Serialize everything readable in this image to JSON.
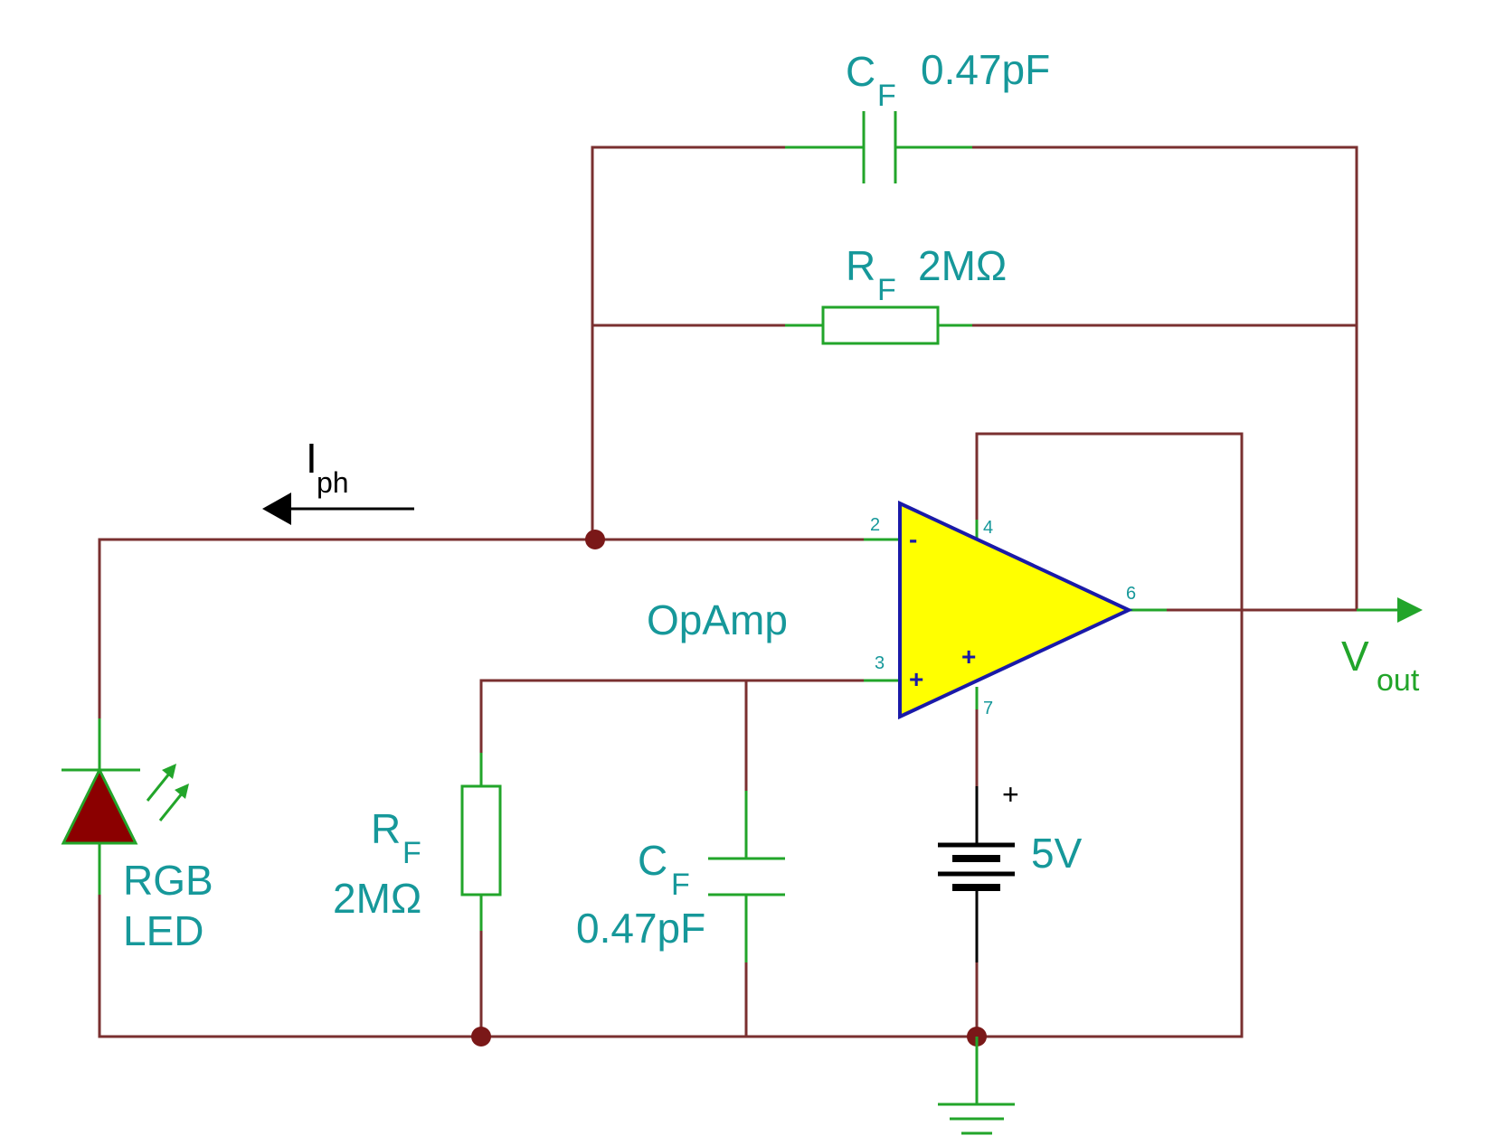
{
  "components": {
    "cf_top": {
      "name": "C",
      "sub": "F",
      "value": "0.47pF"
    },
    "rf_top": {
      "name": "R",
      "sub": "F",
      "value": "2MΩ"
    },
    "rf_bottom": {
      "name": "R",
      "sub": "F",
      "value": "2MΩ"
    },
    "cf_bottom": {
      "name": "C",
      "sub": "F",
      "value": "0.47pF"
    },
    "opamp": {
      "label": "OpAmp",
      "pins": {
        "inv": "2",
        "noninv": "3",
        "vplus": "4",
        "vminus": "7",
        "out": "6"
      },
      "inv_sign": "-",
      "noninv_sign": "+",
      "supply_sign": "+"
    },
    "battery": {
      "value": "5V",
      "plus": "+"
    },
    "led": {
      "line1": "RGB",
      "line2": "LED"
    }
  },
  "signals": {
    "iph": {
      "name": "I",
      "sub": "ph"
    },
    "vout": {
      "name": "V",
      "sub": "out"
    }
  },
  "colors": {
    "wire": "#7a3030",
    "lead": "#22a52a",
    "label": "#16989a",
    "opamp_fill": "#ffff00",
    "opamp_stroke": "#1a1aa8",
    "led_fill": "#8b0000"
  }
}
